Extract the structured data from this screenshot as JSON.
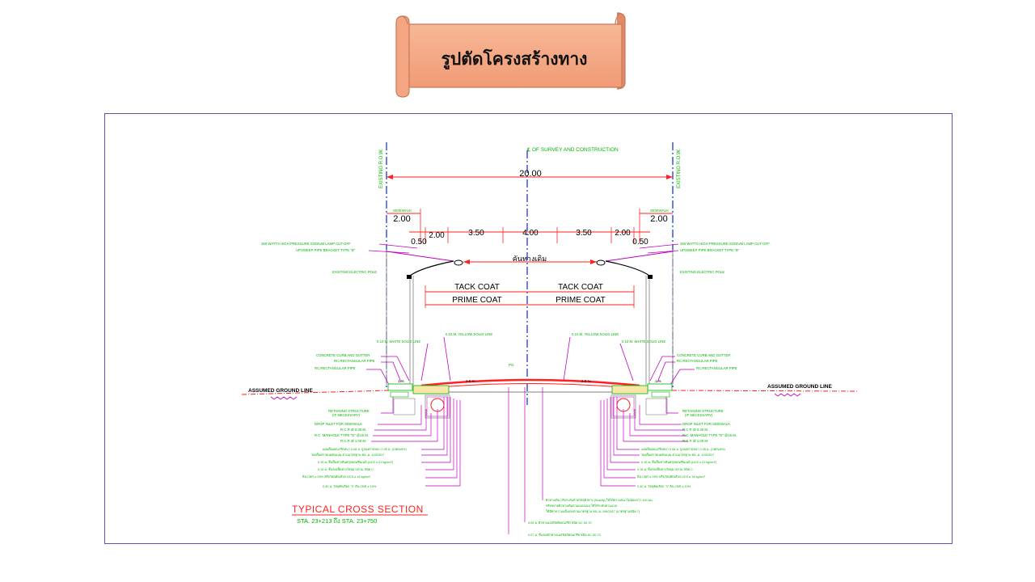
{
  "banner": {
    "title": "รูปตัดโครงสร้างทาง"
  },
  "drawing": {
    "centerline_label": "℄ OF SURVEY AND CONSTRUCTION",
    "row_left": "EXISTING R.O.W.",
    "row_right": "EXISTING R.O.W.",
    "total_width": "20.00",
    "sidewalk_label": "SIDEWALK",
    "dims_top": {
      "sidewalk_left": "2.00",
      "sidewalk_right": "2.00",
      "offset_left": "0.50",
      "offset_right": "0.50",
      "shoulder_left": "2.00",
      "lane_left": "3.50",
      "median": "4.00",
      "lane_right": "3.50",
      "shoulder_right": "2.00"
    },
    "existing_road": "คันทางเดิม",
    "tack_coat_left": "TACK COAT",
    "tack_coat_right": "TACK COAT",
    "prime_coat_left": "PRIME COAT",
    "prime_coat_right": "PRIME COAT",
    "lamp_left": "250 WATTS HIGH PRESSURE SODIUM LAMP CUT-OFF",
    "bracket_left": "UPSWEEP PIPE BRACKET TYPE \"B\"",
    "pole_left": "EXISTING ELECTRIC POLE",
    "lamp_right": "250 WATTS HIGH PRESSURE SODIUM LAMP CUT-OFF",
    "bracket_right": "UPSWEEP PIPE BRACKET TYPE \"B\"",
    "pole_right": "EXISTING ELECTRIC POLE",
    "yellow_left": "0.10 M. YELLOW SOLID LINE",
    "white_left": "0.10 M. WHITE SOLID LINE",
    "yellow_right": "0.10 M. YELLOW SOLID LINE",
    "white_right": "0.10 M. WHITE SOLID LINE",
    "curb_left": "CONCRETE CURB AND GUTTER",
    "pipe1_left": "RC.RECTANGULAR PIPE",
    "pipe2_left": "RC.RECTANGULAR PIPE",
    "curb_right": "CONCRETE CURB AND GUTTER",
    "pipe1_right": "RC.RECTANGULAR PIPE",
    "pipe2_right": "RC.RECTANGULAR PIPE",
    "pg": "PG",
    "ground_left": "ASSUMED GROUND LINE",
    "ground_right": "ASSUMED GROUND LINE",
    "slope_sw_left": "1 %",
    "slope_sw_right": "1 %",
    "slope_road_left": "2.5 %",
    "slope_road_right": "2.5 %",
    "notes_left": [
      "RETAINING STRUCTURE",
      "(IF NECESSARY)",
      "DROP INLET FOR SIDEWALK",
      "R.C.P. Ø 0.30 M.",
      "R.C. MANHOLE TYPE \"D\" @15 M.",
      "R.C.P. Ø 1.00 M."
    ],
    "notes_right": [
      "RETAINING STRUCTURE",
      "(IF NECESSARY)",
      "DROP INLET FOR SIDEWALK",
      "R.C.P. Ø 0.30 M.",
      "R.C. MANHOLE TYPE \"D\" @15 M.",
      "R.C.P. Ø 1.00 M."
    ],
    "layers_left": [
      "แผ่นพื้นคอนกรีตหนา 0.08 ม. ปูบนทรายหนา 0.05 ม. (CBR≥5%)",
      "รองพื้นทรายบดอัดแน่น ตามมาตรฐาน ทล.-ม. 103/2517",
      "0.15 ม. ชั้นพื้นทางหินคลุกผสมซีเมนต์ (UCS ≥ 21 kg/cm²)",
      "0.15 ม. ชั้นรองพื้นทางวัสดุมวลรวม ชนิด C",
      "ดิน CBR ≥ 25% หรือวัสดุคัดเลือก UCS ≥ 14 kg/cm²",
      "0.30 ม. วัสดุคัดเลือก \"ก\" ดิน CBR ≥ 10%"
    ],
    "layers_right": [
      "แผ่นพื้นคอนกรีตหนา 0.08 ม. ปูบนทรายหนา 0.05 ม. (CBR≥5%)",
      "รองพื้นทรายบดอัดแน่น ตามมาตรฐาน ทล.-ม. 103/2517",
      "0.15 ม. ชั้นพื้นทางหินคลุกผสมซีเมนต์ (UCS ≥ 21 kg/cm²)",
      "0.15 ม. ชั้นรองพื้นทางวัสดุมวลรวม ชนิด C",
      "ดิน CBR ≥ 25% หรือวัสดุคัดเลือก UCS ≥ 14 kg/cm²",
      "0.30 ม. วัสดุคัดเลือก \"ก\" ดิน CBR ≥ 10%"
    ],
    "center_notes": [
      "ผิวทางเดิม ปรับระดับด้วยวัสดุผิวทาง (Scarify) ให้ได้ความหนาไม่น้อยกว่า 100 มม.",
      "หรือขยายผิวทางเดิมตามแบบแนบ ให้ได้ระดับตามแบบ",
      "ให้มีค่าความแข็งแรงตามมาตรฐาน ทล.-ม. 106/2517 (มาตรฐานชนิด 7)",
      "0.05 ม. ผิวทางแอสฟัลต์คอนกรีต ชนิด AC 60-70",
      "0.07 ม. ชั้นรองผิวทางแอสฟัลต์คอนกรีต ชนิด AC 60-70"
    ],
    "section_title": "TYPICAL CROSS SECTION",
    "station": "STA. 23+213 ถึง STA. 23+750"
  }
}
